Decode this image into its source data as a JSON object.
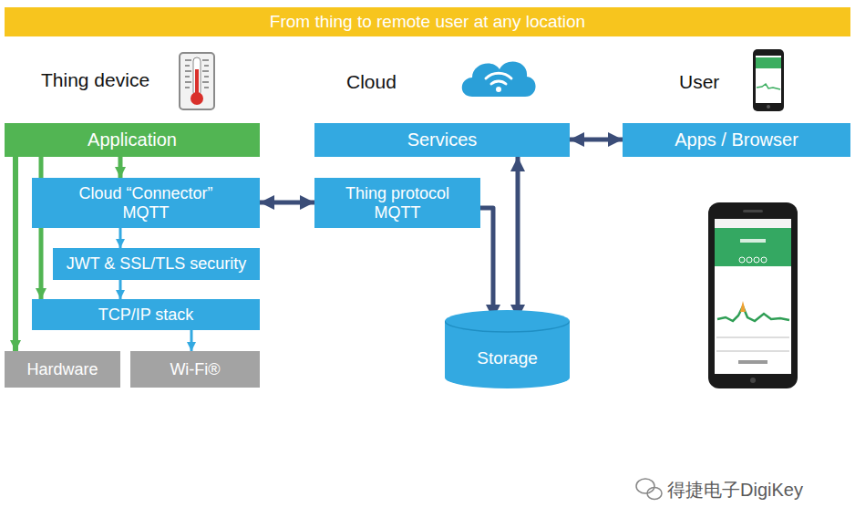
{
  "diagram": {
    "title": "From thing to remote user at any location",
    "nodes": [
      {
        "text": [
          "Application"
        ]
      },
      {
        "text": [
          "Cloud “Connector” MQTT"
        ]
      },
      {
        "text": [
          "JWT & SSL/TLS security"
        ]
      },
      {
        "text": [
          "TCP/IP stack"
        ]
      },
      {
        "text": [
          "Hardware"
        ]
      },
      {
        "text": [
          "Wi-Fi®"
        ]
      },
      {
        "text": [
          "Services"
        ]
      },
      {
        "text": [
          "Thing protocol MQTT"
        ]
      },
      {
        "text": [
          "Storage"
        ]
      },
      {
        "text": [
          "Apps / Browser"
        ]
      }
    ],
    "edges": [
      {
        "from": 0,
        "to": 4,
        "arrow": "to"
      },
      {
        "from": 0,
        "to": 1,
        "arrow": "to"
      },
      {
        "from": 0,
        "to": 3,
        "arrow": "to"
      },
      {
        "from": 1,
        "to": 2,
        "arrow": "to"
      },
      {
        "from": 2,
        "to": 3,
        "arrow": "to"
      },
      {
        "from": 3,
        "to": 5,
        "arrow": "to"
      },
      {
        "from": 1,
        "to": 7,
        "arrow": "both"
      },
      {
        "from": 7,
        "to": 8,
        "arrow": "to"
      },
      {
        "from": 6,
        "to": 8,
        "arrow": "both"
      },
      {
        "from": 6,
        "to": 9,
        "arrow": "both"
      }
    ],
    "labels": [
      "Thing device",
      "Cloud",
      "User",
      "得捷电子DigiKey"
    ]
  }
}
